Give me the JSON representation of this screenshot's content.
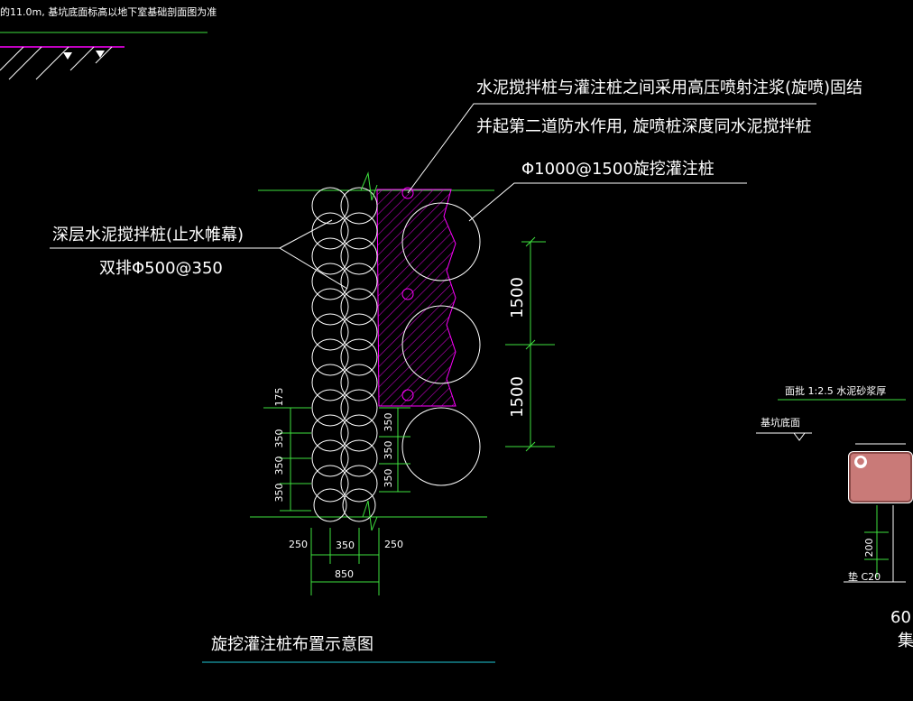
{
  "top_note": "的11.0m, 基坑底面标高以地下室基础剖面图为准",
  "callout_grout_line1": "水泥搅拌桩与灌注桩之间采用高压喷射注浆(旋喷)固结",
  "callout_grout_line2": "并起第二道防水作用, 旋喷桩深度同水泥搅拌桩",
  "callout_pile": "Φ1000@1500旋挖灌注桩",
  "callout_mixing_line1": "深层水泥搅拌桩(止水帷幕)",
  "callout_mixing_line2": "双排Φ500@350",
  "dim_1500_a": "1500",
  "dim_1500_b": "1500",
  "dim_175": "175",
  "dim_350_l1": "350",
  "dim_350_l2": "350",
  "dim_350_l3": "350",
  "dim_350_r1": "350",
  "dim_350_r2": "350",
  "dim_350_r3": "350",
  "dim_250_left": "250",
  "dim_350_mid": "350",
  "dim_250_right": "250",
  "dim_850": "850",
  "drawing_title": "旋挖灌注桩布置示意图",
  "right_note_surface": "面批 1:2.5 水泥砂浆厚",
  "right_note_pit_bottom": "基坑底面",
  "right_dim_200": "200",
  "right_note_concrete": "垫 C20",
  "right_cut_60": "60",
  "right_cut_char": "集",
  "colors": {
    "background": "#000000",
    "line_green": "#3ee03e",
    "line_white": "#ffffff",
    "hatch_magenta": "#ff00ff",
    "title_underline": "#20c8d8",
    "badge": "#c97a78"
  }
}
